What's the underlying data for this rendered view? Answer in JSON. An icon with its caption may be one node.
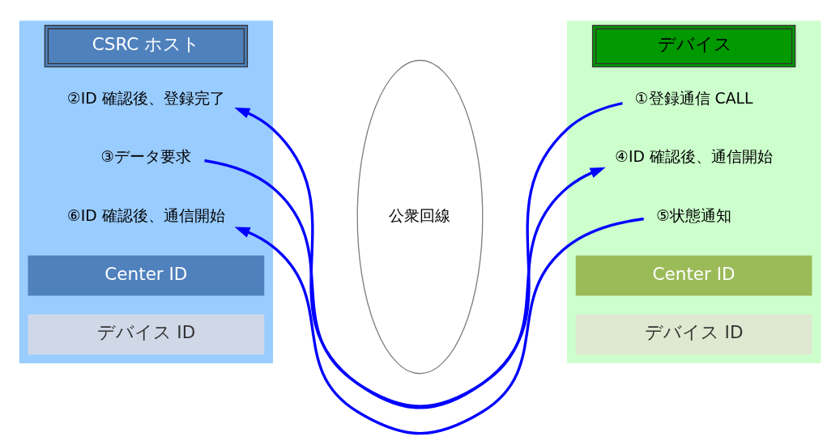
{
  "diagram": {
    "nodes": [
      {
        "text": [
          "CSRC ホスト"
        ]
      },
      {
        "text": [
          "②ID 確認後、登録完了"
        ],
        "in": 0
      },
      {
        "text": [
          "③データ要求"
        ],
        "in": 0
      },
      {
        "text": [
          "⑥ID 確認後、通信開始"
        ],
        "in": 0
      },
      {
        "text": [
          "Center ID"
        ],
        "in": 0
      },
      {
        "text": [
          "デバイス ID"
        ],
        "in": 0
      },
      {
        "text": [
          "公衆回線"
        ]
      },
      {
        "text": [
          "デバイス"
        ]
      },
      {
        "text": [
          "①登録通信 CALL"
        ],
        "in": 7
      },
      {
        "text": [
          "④ID 確認後、通信開始"
        ],
        "in": 7
      },
      {
        "text": [
          "⑤状態通知"
        ],
        "in": 7
      },
      {
        "text": [
          "Center ID"
        ],
        "in": 7
      },
      {
        "text": [
          "デバイス ID"
        ],
        "in": 7
      }
    ],
    "edges": [
      {
        "from": 8,
        "to": 1,
        "arrow": "to"
      },
      {
        "from": 2,
        "to": 9,
        "arrow": "to"
      },
      {
        "from": 10,
        "to": 3,
        "arrow": "to"
      }
    ]
  }
}
